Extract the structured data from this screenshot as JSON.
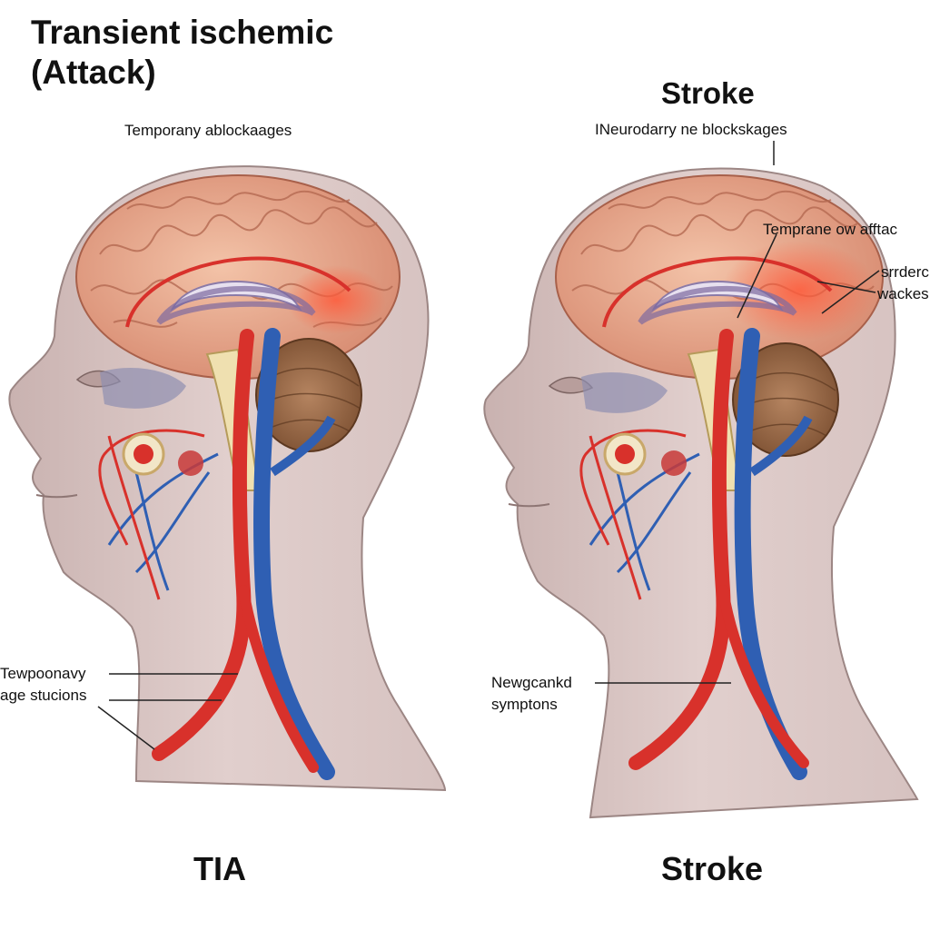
{
  "title": {
    "line1": "Transient ischemic",
    "line2": "(Attack)"
  },
  "left_panel": {
    "subtitle": "Temporany ablockaages",
    "callout_1": "Tewpoonavy",
    "callout_2": "age stucions",
    "caption": "TIA"
  },
  "right_panel": {
    "title": "Stroke",
    "subtitle": "INeurodarry ne blockskages",
    "callout_1": "Temprane ow afftac",
    "callout_2": "srrderc",
    "callout_3": "wackes",
    "callout_4": "Newgcankd",
    "callout_5": "symptons",
    "caption": "Stroke"
  },
  "colors": {
    "skin": "#d9c4c2",
    "brain": "#e9a88e",
    "artery": "#d8312b",
    "vein": "#2f5fb3",
    "cerebellum": "#9a6a44"
  }
}
